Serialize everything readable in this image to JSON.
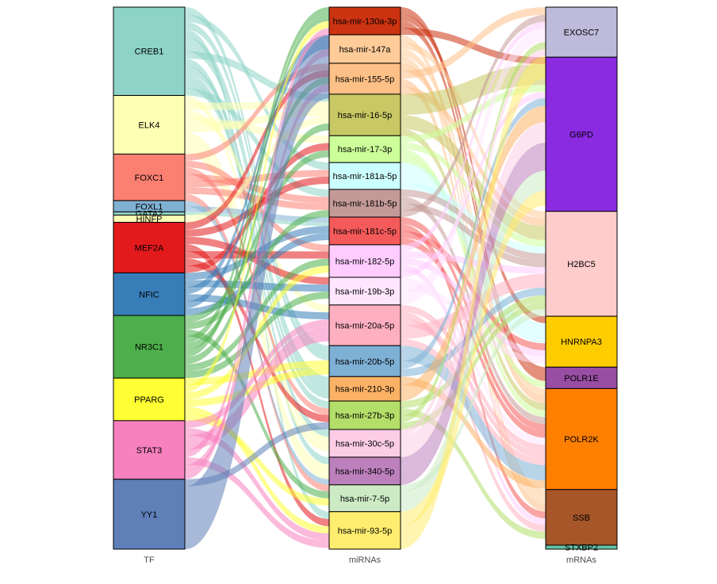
{
  "chart_data": {
    "type": "sankey",
    "axis_labels": [
      "TF",
      "miRNAs",
      "mRNAs"
    ],
    "stages": [
      {
        "name": "TF",
        "nodes": [
          {
            "label": "CREB1",
            "value": 110,
            "color": "#8dd3c7"
          },
          {
            "label": "ELK4",
            "value": 73,
            "color": "#ffffb3"
          },
          {
            "label": "FOXC1",
            "value": 58,
            "color": "#fb8072"
          },
          {
            "label": "FOXL1",
            "value": 14,
            "color": "#80b1d3"
          },
          {
            "label": "GATA2",
            "value": 4,
            "color": "#8dd3c7"
          },
          {
            "label": "HINFP",
            "value": 9,
            "color": "#ffffb3"
          },
          {
            "label": "MEF2A",
            "value": 63,
            "color": "#e31a1c"
          },
          {
            "label": "NFIC",
            "value": 53,
            "color": "#377eb8"
          },
          {
            "label": "NR3C1",
            "value": 78,
            "color": "#4daf4a"
          },
          {
            "label": "PPARG",
            "value": 53,
            "color": "#ffff33"
          },
          {
            "label": "STAT3",
            "value": 73,
            "color": "#f781bf"
          },
          {
            "label": "YY1",
            "value": 87,
            "color": "#5e7fb8"
          }
        ]
      },
      {
        "name": "miRNAs",
        "nodes": [
          {
            "label": "hsa-mir-130a-3p",
            "value": 34,
            "color": "#cc3311"
          },
          {
            "label": "hsa-mir-147a",
            "value": 35,
            "color": "#ffcc99"
          },
          {
            "label": "hsa-mir-155-5p",
            "value": 38,
            "color": "#fdc086"
          },
          {
            "label": "hsa-mir-16-5p",
            "value": 51,
            "color": "#c8c864"
          },
          {
            "label": "hsa-mir-17-3p",
            "value": 33,
            "color": "#ccff99"
          },
          {
            "label": "hsa-mir-181a-5p",
            "value": 33,
            "color": "#ccffff"
          },
          {
            "label": "hsa-mir-181b-5p",
            "value": 34,
            "color": "#c49a98"
          },
          {
            "label": "hsa-mir-181c-5p",
            "value": 34,
            "color": "#f55a5a"
          },
          {
            "label": "hsa-mir-182-5p",
            "value": 40,
            "color": "#ffccff"
          },
          {
            "label": "hsa-mir-19b-3p",
            "value": 34,
            "color": "#ffe6ff"
          },
          {
            "label": "hsa-mir-20a-5p",
            "value": 50,
            "color": "#ffb0c0"
          },
          {
            "label": "hsa-mir-20b-5p",
            "value": 38,
            "color": "#7eb0d6"
          },
          {
            "label": "hsa-mir-210-3p",
            "value": 30,
            "color": "#fbb265"
          },
          {
            "label": "hsa-mir-27b-3p",
            "value": 35,
            "color": "#b3de69"
          },
          {
            "label": "hsa-mir-30c-5p",
            "value": 34,
            "color": "#fccde5"
          },
          {
            "label": "hsa-mir-340-5p",
            "value": 34,
            "color": "#bc80bd"
          },
          {
            "label": "hsa-mir-7-5p",
            "value": 33,
            "color": "#ccebc5"
          },
          {
            "label": "hsa-mir-93-5p",
            "value": 46,
            "color": "#ffed6f"
          }
        ]
      },
      {
        "name": "mRNAs",
        "nodes": [
          {
            "label": "EXOSC7",
            "value": 63,
            "color": "#bebada"
          },
          {
            "label": "G6PD",
            "value": 194,
            "color": "#8a2be2"
          },
          {
            "label": "H2BC5",
            "value": 132,
            "color": "#ffcccc"
          },
          {
            "label": "HNRNPA3",
            "value": 64,
            "color": "#ffcc00"
          },
          {
            "label": "POLR1E",
            "value": 27,
            "color": "#984ea3"
          },
          {
            "label": "POLR2K",
            "value": 127,
            "color": "#ff7f00"
          },
          {
            "label": "SSB",
            "value": 70,
            "color": "#a65628"
          },
          {
            "label": "STXBP2",
            "value": 5,
            "color": "#66c2a5"
          }
        ]
      }
    ]
  }
}
